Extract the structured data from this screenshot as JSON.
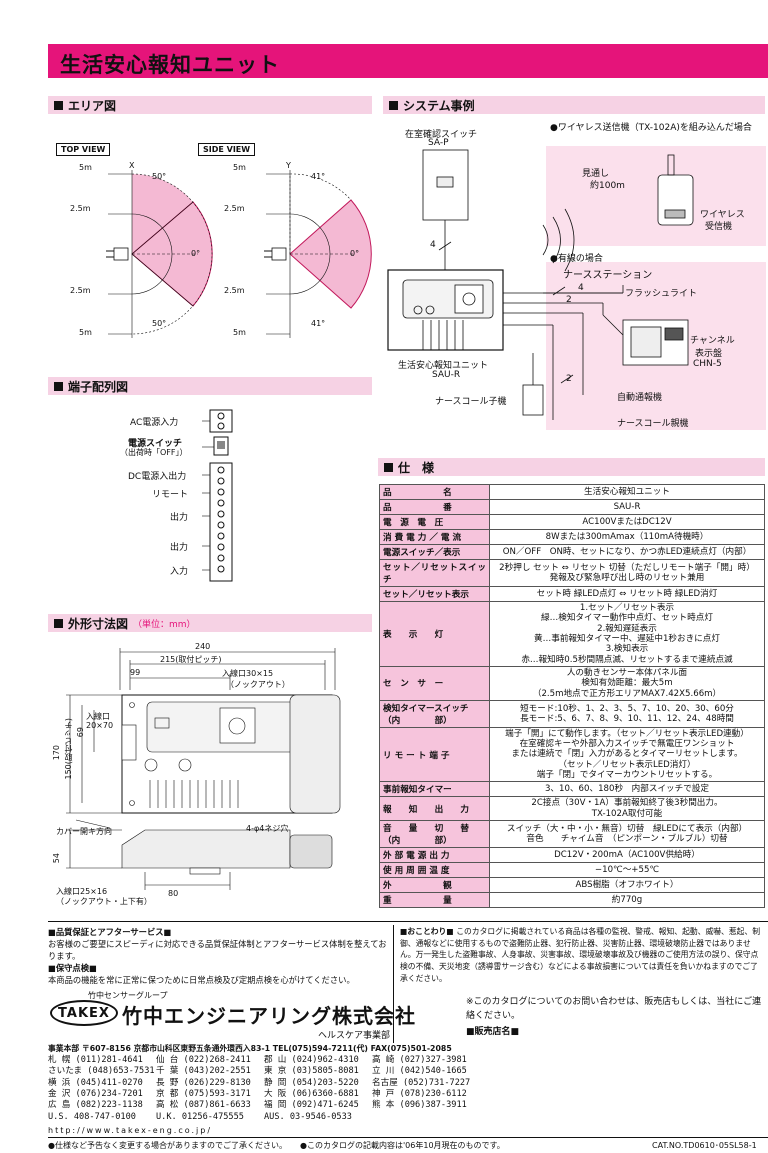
{
  "page": {
    "title": "生活安心報知ユニット"
  },
  "sections": {
    "area": "エリア図",
    "system": "システム事例",
    "terminals": "端子配列図",
    "dimensions": "外形寸法図",
    "dimensions_unit": "（単位：mm）",
    "spec": "仕　様"
  },
  "area_diagram": {
    "top_view": "TOP VIEW",
    "side_view": "SIDE VIEW",
    "top_axis": "X",
    "side_axis": "Y",
    "top_upper_angle": "50°",
    "top_lower_angle": "50°",
    "side_upper_angle": "41°",
    "side_lower_angle": "41°",
    "zero": "0°",
    "r_5m": "5m",
    "r_25m": "2.5m",
    "colors": {
      "sector": "#f4b9d3"
    }
  },
  "system": {
    "presence_switch": "在室確認スイッチ",
    "presence_model": "SA-P",
    "wireless_case": "●ワイヤレス送信機（TX-102A)を組み込んだ場合",
    "line_of_sight_1": "見通し",
    "line_of_sight_2": "約100m",
    "wireless_receiver_1": "ワイヤレス",
    "wireless_receiver_2": "受信機",
    "wired_case": "●有線の場合",
    "nurse_station": "ナースステーション",
    "flash_light": "フラッシュライト",
    "channel_display_1": "チャンネル",
    "channel_display_2": "表示盤",
    "channel_display_3": "CHN-5",
    "auto_dialer": "自動通報機",
    "nurse_call_master": "ナースコール親機",
    "nurse_call_slave": "ナースコール子機",
    "unit_name": "生活安心報知ユニット",
    "unit_model": "SAU-R",
    "wire_4a": "4",
    "wire_4b": "4",
    "wire_2a": "2",
    "wire_2b": "2"
  },
  "terminals": {
    "ac_input": "AC電源入力",
    "power_switch": "電源スイッチ",
    "power_switch_note": "（出荷時「OFF」）",
    "dc_output": "DC電源入出力",
    "remote": "リモート",
    "output1": "出力",
    "output2": "出力",
    "input": "入力"
  },
  "dimensions": {
    "w240": "240",
    "w215": "215(取付ピッチ)",
    "w99": "99",
    "knockout_top": "入線口30×15",
    "knockout_top_note": "（ノックアウト）",
    "inlet": "入線口",
    "inlet_size": "20×70",
    "h170": "170",
    "h150": "150(取付ピッチ)",
    "h69": "69",
    "screw": "4-φ4ネジ穴",
    "cover_hook": "カバー開キ方向",
    "h54": "54",
    "w80": "80",
    "knockout_bottom": "入線口25×16",
    "knockout_bottom_note": "（ノックアウト・上下有）"
  },
  "spec_table": [
    {
      "k": "品　　　　　　名",
      "v": "生活安心報知ユニット"
    },
    {
      "k": "品　　　　　　番",
      "v": "SAU-R"
    },
    {
      "k": "電　源　電　圧",
      "v": "AC100VまたはDC12V"
    },
    {
      "k": "消 費 電 力 ／ 電 流",
      "v": "8Wまたは300mAmax（110mA待機時）"
    },
    {
      "k": "電源スイッチ／表示",
      "v": "ON／OFF　ON時、セットになり、かつ赤LED連続点灯（内部）"
    },
    {
      "k": "セット／リセットスイッチ",
      "v": "2秒押し セット ⇔ リセット 切替（ただしリモート端子「開」時）\n発報及び緊急呼び出し時のリセット兼用"
    },
    {
      "k": "セット／リセット表示",
      "v": "セット時 緑LED点灯 ⇔ リセット時 緑LED消灯"
    },
    {
      "k": "表　　示　　灯",
      "v": "1.セット／リセット表示\n緑…検知タイマー動作中点灯、セット時点灯\n2.報知遅延表示\n黄…事前報知タイマー中、遅延中1秒おきに点灯\n3.検知表示\n赤…報知時0.5秒間隔点滅、リセットするまで連続点滅"
    },
    {
      "k": "セ　ン　サ　ー",
      "v": "人の動きセンサー本体パネル面\n検知有効距離：最大5m\n（2.5m地点で正方形エリアMAX7.42X5.66m）"
    },
    {
      "k": "検知タイマースイッチ\n（内　　　　部）",
      "v": "短モード:10秒、1、2、3、5、7、10、20、30、60分\n長モード:5、6、7、8、9、10、11、12、24、48時間"
    },
    {
      "k": "リ モ ー ト 端 子",
      "v": "端子「開」にて動作します。（セット／リセット表示LED連動）\n在室確認キーや外部入力スイッチで無電圧ワンショット\nまたは連続で「閉」入力があるとタイマーリセットします。\n（セット／リセット表示LED消灯）\n端子「閉」でタイマーカウントリセットする。"
    },
    {
      "k": "事前報知タイマー",
      "v": "3、10、60、180秒　内部スイッチで設定"
    },
    {
      "k": "報　　知　　出　　力",
      "v": "2C接点（30V・1A）事前報知終了後3秒間出力。\nTX-102A取付可能"
    },
    {
      "k": "音　　量　　切　　替\n（内　　　　部）",
      "v": "スイッチ（大・中・小・無音）切替　緑LEDにて表示（内部）\n音色　　チャイム音　（ピンポーン・ブルブル）切替"
    },
    {
      "k": "外 部 電 源 出 力",
      "v": "DC12V・200mA（AC100V供給時）"
    },
    {
      "k": "使 用 周 囲 温 度",
      "v": "−10℃〜+55℃"
    },
    {
      "k": "外　　　　　　観",
      "v": "ABS樹脂（オフホワイト）"
    },
    {
      "k": "重　　　　　　量",
      "v": "約770g"
    }
  ],
  "footer": {
    "quality_title": "■品質保証とアフターサービス■",
    "quality_text": "お客様のご要望にスピーディに対応できる品質保証体制とアフターサービス体制を整えております。",
    "maint_title": "■保守点検■",
    "maint_text": "本商品の機能を常に正常に保つために日常点検及び定期点検を心がけてください。",
    "notice_title": "■おことわり■",
    "notice_text": "このカタログに掲載されている商品は各種の監視、警戒、報知、起動、威嚇、惹起、制御、通報などに使用するもので盗難防止器、犯行防止器、災害防止器、環境破壊防止器ではありません。万一発生した盗難事故、人身事故、災害事故、環境破壊事故及び機器のご使用方法の誤り、保守点検の不備、天災地変（誘導雷サージ含む）などによる事故損害については責任を負いかねますのでご了承ください。",
    "group": "竹中センサーグループ",
    "logo": "TAKEX",
    "company": "竹中エンジニアリング株式会社",
    "division": "ヘルスケア事業部",
    "inquiry": "※このカタログについてのお問い合わせは、販売店もしくは、当社にご連絡ください。",
    "dealer": "■販売店名■",
    "hq": "事業本部 〒607-8156 京都市山科区東野五条通外環西入83-1 TEL(075)594-7211(代) FAX(075)501-2085",
    "offices": [
      [
        "札 幌 (011)281-4641",
        "仙 台 (022)268-2411",
        "郡 山 (024)962-4310",
        "高 崎 (027)327-3981"
      ],
      [
        "さいたま (048)653-7531",
        "千 葉 (043)202-2551",
        "東 京 (03)5805-8081",
        "立 川 (042)540-1665"
      ],
      [
        "横 浜 (045)411-0270",
        "長 野 (026)229-8130",
        "静 岡 (054)203-5220",
        "名古屋 (052)731-7227"
      ],
      [
        "金 沢 (076)234-7201",
        "京 都 (075)593-3171",
        "大 阪 (06)6360-6881",
        "神 戸 (078)230-6112"
      ],
      [
        "広 島 (082)223-1138",
        "高 松 (087)861-6633",
        "福 岡 (092)471-6245",
        "熊 本 (096)387-3911"
      ],
      [
        "U.S. 408-747-0100",
        "U.K. 01256-475555",
        "AUS. 03-9546-0533",
        ""
      ]
    ],
    "url": "http://www.takex-eng.co.jp/",
    "note1": "●仕様など予告なく変更する場合がありますのでご了承ください。",
    "note2": "●このカタログの記載内容は'06年10月現在のものです。",
    "catno": "CAT.NO.TD0610･05SL58-1"
  }
}
